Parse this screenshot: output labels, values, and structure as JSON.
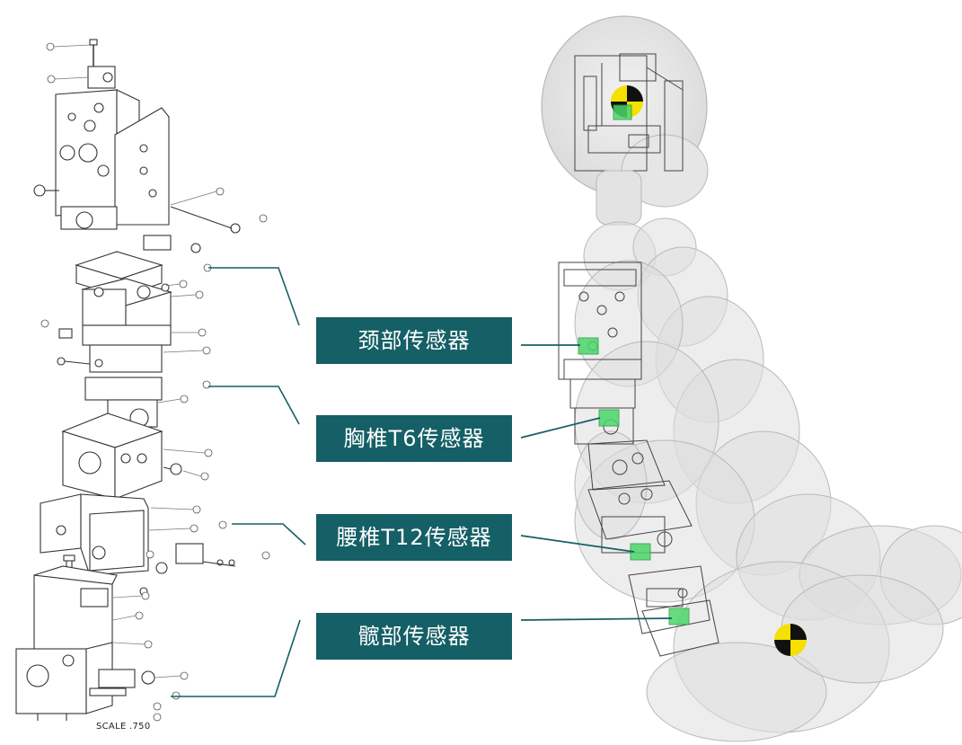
{
  "labels": {
    "neck": "颈部传感器",
    "thoracic_t6": "胸椎T6传感器",
    "lumbar_t12": "腰椎T12传感器",
    "pelvis": "髋部传感器"
  },
  "drawing": {
    "scale_text": "SCALE .750"
  },
  "colors": {
    "label_background": "#155f66",
    "label_text": "#ffffff",
    "leader_line": "#155f66",
    "sensor_marker": "#4cd66a",
    "target_yellow": "#f5e000",
    "target_black": "#111111",
    "body_outline": "#b9b9b9"
  }
}
